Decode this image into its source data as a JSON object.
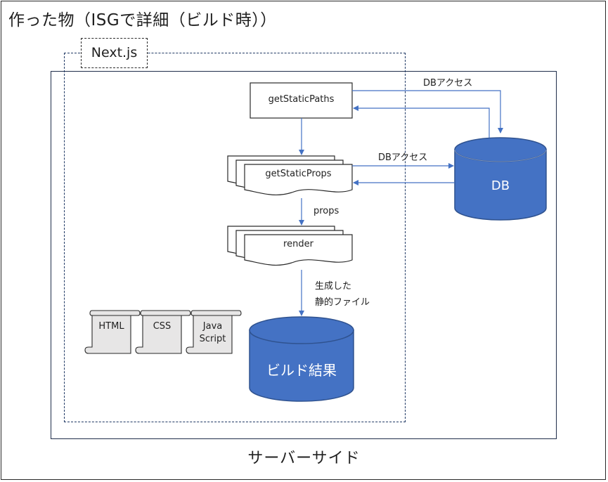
{
  "title": "作った物（ISGで詳細（ビルド時））",
  "nextjs_label": "Next.js",
  "server_label": "サーバーサイド",
  "nodes": {
    "get_static_paths": "getStaticPaths",
    "get_static_props": "getStaticProps",
    "render": "render"
  },
  "edges": {
    "db_access_1": "DBアクセス",
    "db_access_2": "DBアクセス",
    "props": "props",
    "generated_line1": "生成した",
    "generated_line2": "静的ファイル"
  },
  "databases": {
    "db": "DB",
    "build_result": "ビルド結果"
  },
  "files": [
    {
      "line1": "HTML",
      "line2": ""
    },
    {
      "line1": "CSS",
      "line2": ""
    },
    {
      "line1": "Java",
      "line2": "Script"
    }
  ],
  "colors": {
    "arrow": "#4472c4",
    "db_fill": "#4472c4",
    "db_stroke": "#2f528f",
    "file_fill": "#e7e6e6"
  }
}
